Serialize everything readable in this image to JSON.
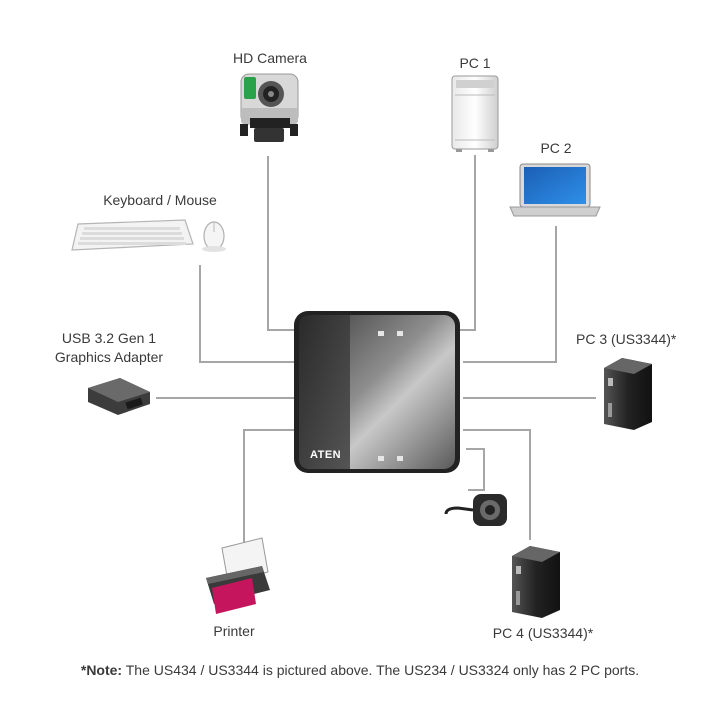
{
  "labels": {
    "hd_camera": "HD Camera",
    "pc1": "PC 1",
    "pc2": "PC 2",
    "keyboard_mouse": "Keyboard / Mouse",
    "usb_adapter_line1": "USB 3.2 Gen 1",
    "usb_adapter_line2": "Graphics Adapter",
    "pc3": "PC 3 (US3344)*",
    "pc4": "PC 4 (US3344)*",
    "printer": "Printer"
  },
  "device": {
    "brand": "ATEN"
  },
  "note": {
    "prefix": "*Note:",
    "text": " The US434 / US3344 is pictured above. The US234 / US3324 only has 2 PC ports."
  },
  "icons": {
    "camera": "hd-camera-icon",
    "pc1": "tower-pc-icon",
    "pc2": "laptop-icon",
    "keyboard": "keyboard-icon",
    "mouse": "mouse-icon",
    "adapter": "graphics-adapter-icon",
    "pc3": "mini-tower-icon",
    "pc4": "mini-tower-icon",
    "printer": "printer-icon",
    "remote": "remote-button-icon"
  },
  "colors": {
    "line": "#a0a0a0",
    "hub_dark": "#2e2e2e",
    "hub_light": "#b9b9b9"
  }
}
